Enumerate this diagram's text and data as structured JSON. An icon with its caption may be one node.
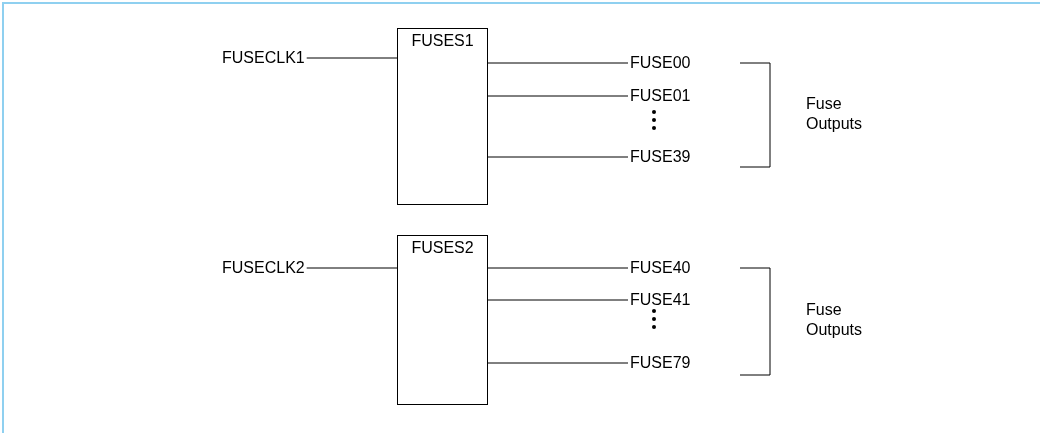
{
  "diagram": {
    "nodes": [
      {
        "text": [
          "FUSECLK1"
        ]
      },
      {
        "text": [
          "FUSES1"
        ]
      },
      {
        "text": [
          "FUSE00"
        ]
      },
      {
        "text": [
          "FUSE01"
        ]
      },
      {
        "text": [
          "FUSE39"
        ]
      },
      {
        "text": [
          "FUSECLK2"
        ]
      },
      {
        "text": [
          "FUSES2"
        ]
      },
      {
        "text": [
          "FUSE40"
        ]
      },
      {
        "text": [
          "FUSE41"
        ]
      },
      {
        "text": [
          "FUSE79"
        ]
      }
    ],
    "edges": [
      {
        "from": 0,
        "to": 1,
        "arrow": "none"
      },
      {
        "from": 1,
        "to": 2,
        "arrow": "none"
      },
      {
        "from": 1,
        "to": 3,
        "arrow": "none"
      },
      {
        "from": 1,
        "to": 4,
        "arrow": "none"
      },
      {
        "from": 5,
        "to": 6,
        "arrow": "none"
      },
      {
        "from": 6,
        "to": 7,
        "arrow": "none"
      },
      {
        "from": 6,
        "to": 8,
        "arrow": "none"
      },
      {
        "from": 6,
        "to": 9,
        "arrow": "none"
      }
    ],
    "labels": [
      "Fuse Outputs",
      "Fuse Outputs"
    ]
  }
}
